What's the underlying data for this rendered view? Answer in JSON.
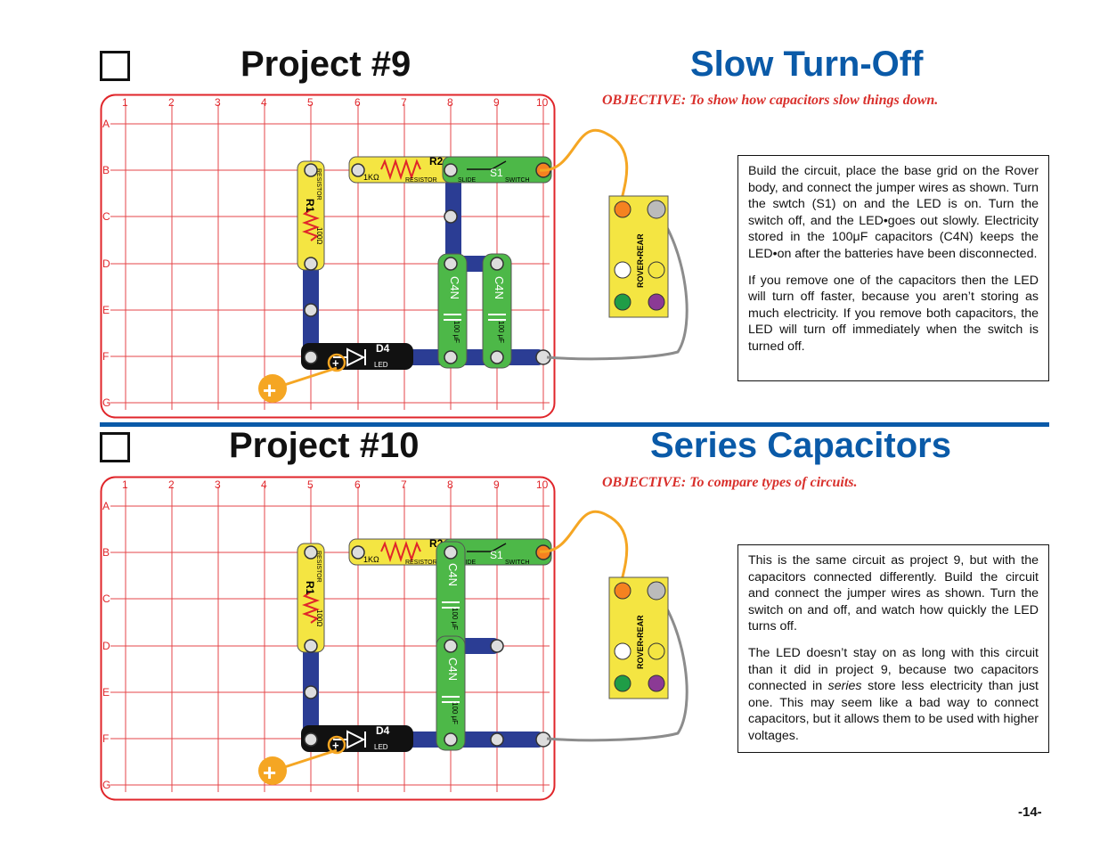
{
  "page_number": "-14-",
  "grid": {
    "columns": [
      "1",
      "2",
      "3",
      "4",
      "5",
      "6",
      "7",
      "8",
      "9",
      "10"
    ],
    "rows": [
      "A",
      "B",
      "C",
      "D",
      "E",
      "F",
      "G"
    ]
  },
  "parts": {
    "r1_name": "R1",
    "r1_type": "RESISTOR",
    "r1_value": "100Ω",
    "r2_name": "R2",
    "r2_value": "1KΩ",
    "r2_type": "RESISTOR",
    "s1_name": "S1",
    "s1_type_a": "SLIDE",
    "s1_type_b": "SWITCH",
    "c4n_name": "C4N",
    "c4n_value": "100 μF",
    "d4_name": "D4",
    "d4_type": "LED",
    "rover_label": "ROVER•REAR",
    "plus_sign": "+"
  },
  "project9": {
    "title": "Project #9",
    "subtitle": "Slow Turn-Off",
    "objective": "OBJECTIVE:  To show how capacitors slow things down.",
    "paragraphs": [
      "Build the circuit, place the base grid on the Rover body, and connect the jumper wires as shown. Turn the swtch (S1) on and the LED is on.  Turn the switch off, and the LED•goes out slowly. Electricity stored in the 100μF capacitors (C4N) keeps the LED•on after the batteries have been disconnected.",
      "If you remove one of the capacitors then the LED will turn off faster, because you aren’t storing as much electricity. If you remove both capacitors, the LED will turn off immediately when the switch is turned off."
    ]
  },
  "project10": {
    "title": "Project #10",
    "subtitle": "Series Capacitors",
    "objective": "OBJECTIVE:  To compare types of circuits.",
    "paragraphs": [
      "This is the same circuit as project 9, but with the capacitors connected differently. Build the circuit and connect the jumper wires as shown. Turn the switch on and off, and watch how quickly the LED turns off.",
      "The LED doesn’t stay on as long with this circuit than it did in project 9, because two capacitors connected in ",
      "series",
      " store less electricity than just one. This may seem like a bad way to connect capacitors, but it allows them to be used with higher voltages."
    ]
  },
  "colors": {
    "title_blue": "#0a5aa8",
    "objective_red": "#d9302c",
    "grid_red": "#e0252a",
    "resistor_yellow": "#f4e542",
    "switch_green": "#4db848",
    "wire_blue": "#2b3d94",
    "led_black": "#111111",
    "jumper_orange": "#f5a623",
    "jumper_gray": "#8c8c8c"
  }
}
